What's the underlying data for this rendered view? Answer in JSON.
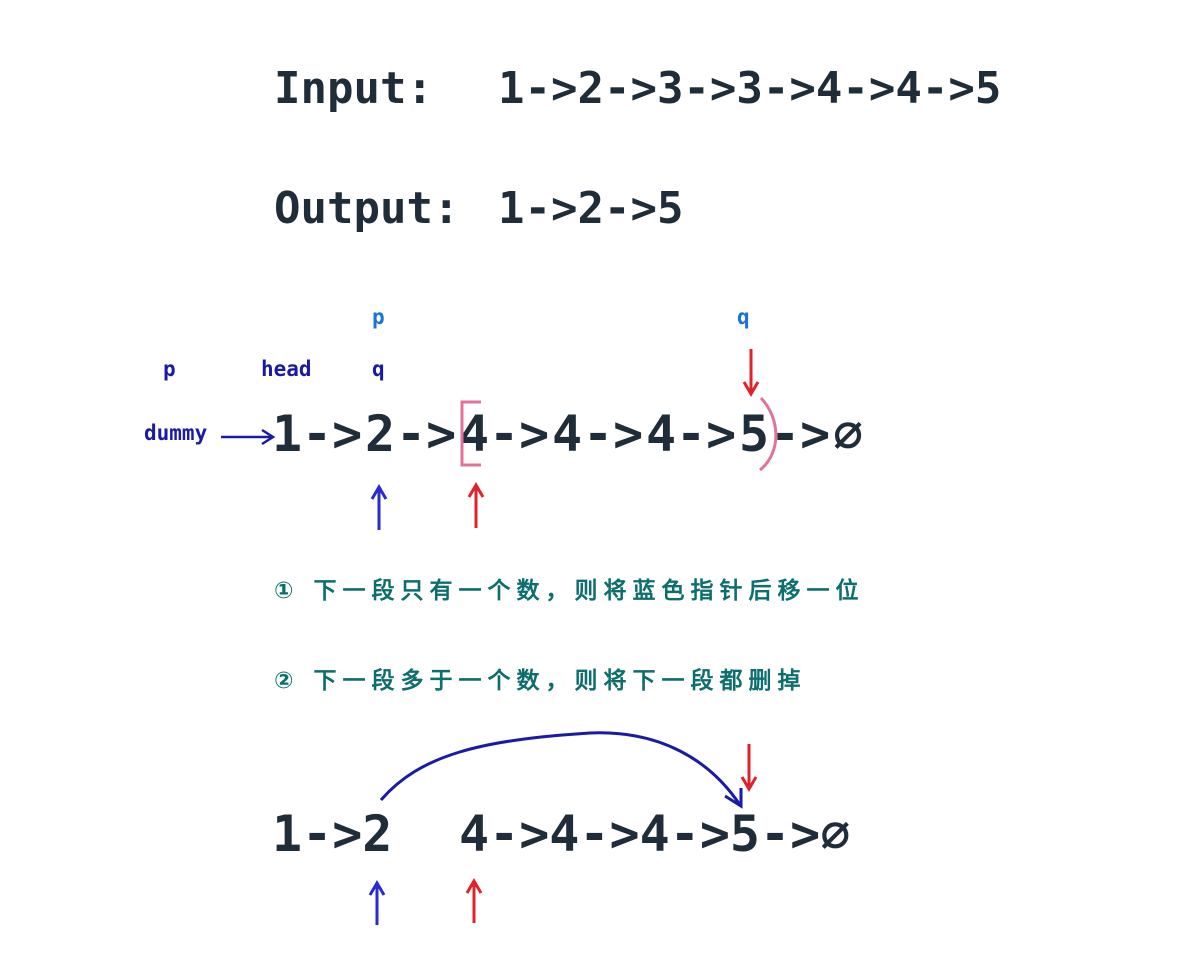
{
  "problem": {
    "input_label": "Input:",
    "input_value": "1->2->3->3->4->4->5",
    "output_label": "Output:",
    "output_value": "1->2->5"
  },
  "step1": {
    "pointer_labels": {
      "p_top": "p",
      "q_top": "q",
      "p_left": "p",
      "head": "head",
      "q_mid": "q",
      "dummy": "dummy"
    },
    "list": [
      "1",
      "->",
      "2",
      "->",
      "4",
      "->",
      "4",
      "->",
      "4",
      "->",
      "5",
      "->",
      "∅"
    ]
  },
  "notes": {
    "note1": "① 下一段只有一个数，则将蓝色指针后移一位",
    "note2": "② 下一段多于一个数，则将下一段都删掉"
  },
  "step2": {
    "list_left": "1->2",
    "list_right": "4->4->4->5->∅"
  },
  "colors": {
    "text": "#1f2d3a",
    "dark_blue": "#1a1aa6",
    "light_blue": "#1a73d9",
    "red": "#e0222a",
    "pink": "#e0739a",
    "teal": "#0d6e6e"
  }
}
